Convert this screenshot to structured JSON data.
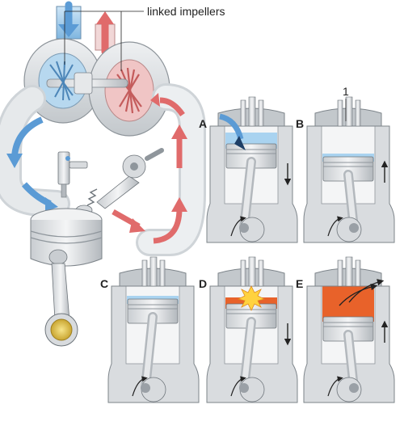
{
  "annotations": {
    "impellers": "linked impellers",
    "part_number": "1"
  },
  "strokes": [
    {
      "label": "A",
      "piston_motion": "down",
      "charge": "intake air"
    },
    {
      "label": "B",
      "piston_motion": "up",
      "charge": "compressed air"
    },
    {
      "label": "C",
      "piston_motion": "top",
      "charge": "compressed air"
    },
    {
      "label": "D",
      "piston_motion": "down",
      "charge": "combustion"
    },
    {
      "label": "E",
      "piston_motion": "up",
      "charge": "exhaust"
    }
  ],
  "colors": {
    "intake_air": "#5b9bd5",
    "intake_light": "#a9d3f0",
    "exhaust": "#e06b6b",
    "exhaust_light": "#f2b6b6",
    "combustion": "#e8622a",
    "spark": "#ffd23f",
    "metal_light": "#e6e8ea",
    "metal_dark": "#9aa0a6",
    "housing": "#d9dcdf"
  },
  "icons": [
    "turbocharger-icon",
    "fuel-injector-icon",
    "rocker-arm-icon",
    "piston-icon",
    "connecting-rod-icon"
  ]
}
